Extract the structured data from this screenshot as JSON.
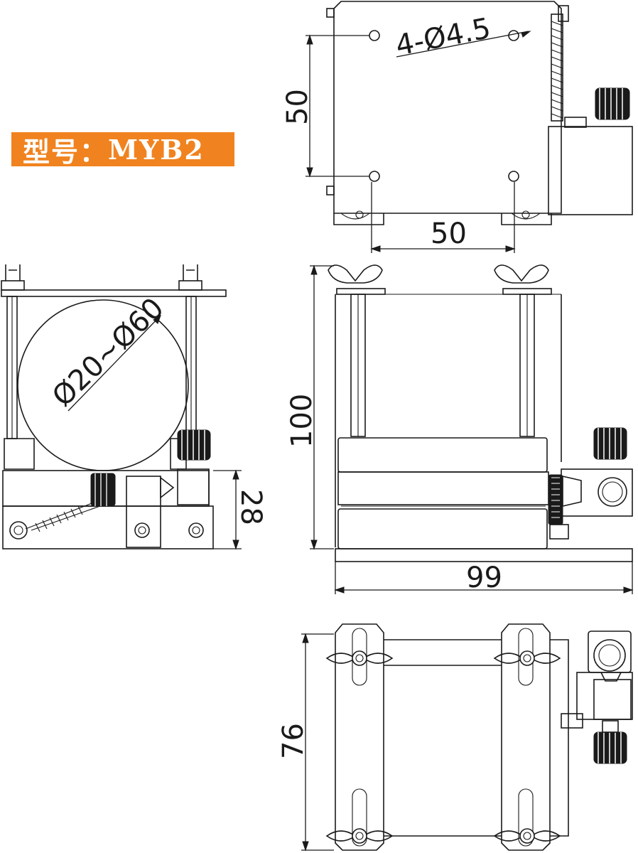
{
  "model": {
    "prefix": "型号：",
    "code": "MYB2"
  },
  "dimensions": {
    "hole_spec": "4-Ø4.5",
    "hole_spacing_vertical": "50",
    "hole_spacing_horizontal": "50",
    "diameter_range": "Ø20~Ø60",
    "height_side": "28",
    "height_front": "100",
    "width_front": "99",
    "depth_bottom": "76"
  },
  "colors": {
    "badge": "#f0831f",
    "line": "#1a1a1a"
  }
}
